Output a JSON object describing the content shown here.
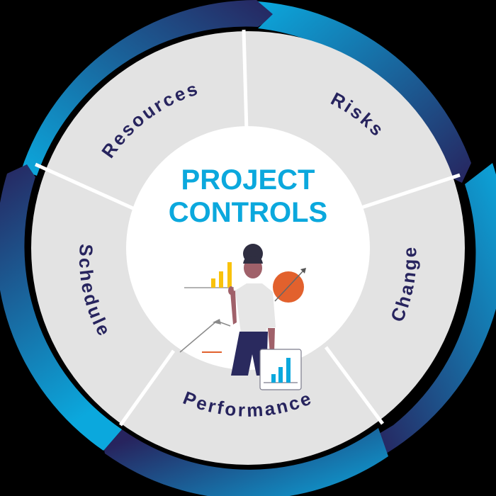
{
  "center": {
    "title_line1": "PROJECT",
    "title_line2": "CONTROLS"
  },
  "segments": [
    {
      "label": "Resources"
    },
    {
      "label": "Risks"
    },
    {
      "label": "Change"
    },
    {
      "label": "Performance"
    },
    {
      "label": "Schedule"
    }
  ],
  "colors": {
    "background": "#000000",
    "ring_light": "#0ba8dd",
    "ring_dark": "#27245e",
    "segment_fill": "#e3e3e3",
    "center_fill": "#ffffff",
    "title": "#0ba8dd",
    "label": "#27245e",
    "accent_orange": "#e2612d",
    "accent_yellow": "#f9c20b"
  },
  "illustration": {
    "description": "person-presenting-charts",
    "elements": [
      "yellow-bar-chart",
      "orange-circle-with-arrow",
      "line-chart",
      "blue-bar-chart-card"
    ]
  }
}
